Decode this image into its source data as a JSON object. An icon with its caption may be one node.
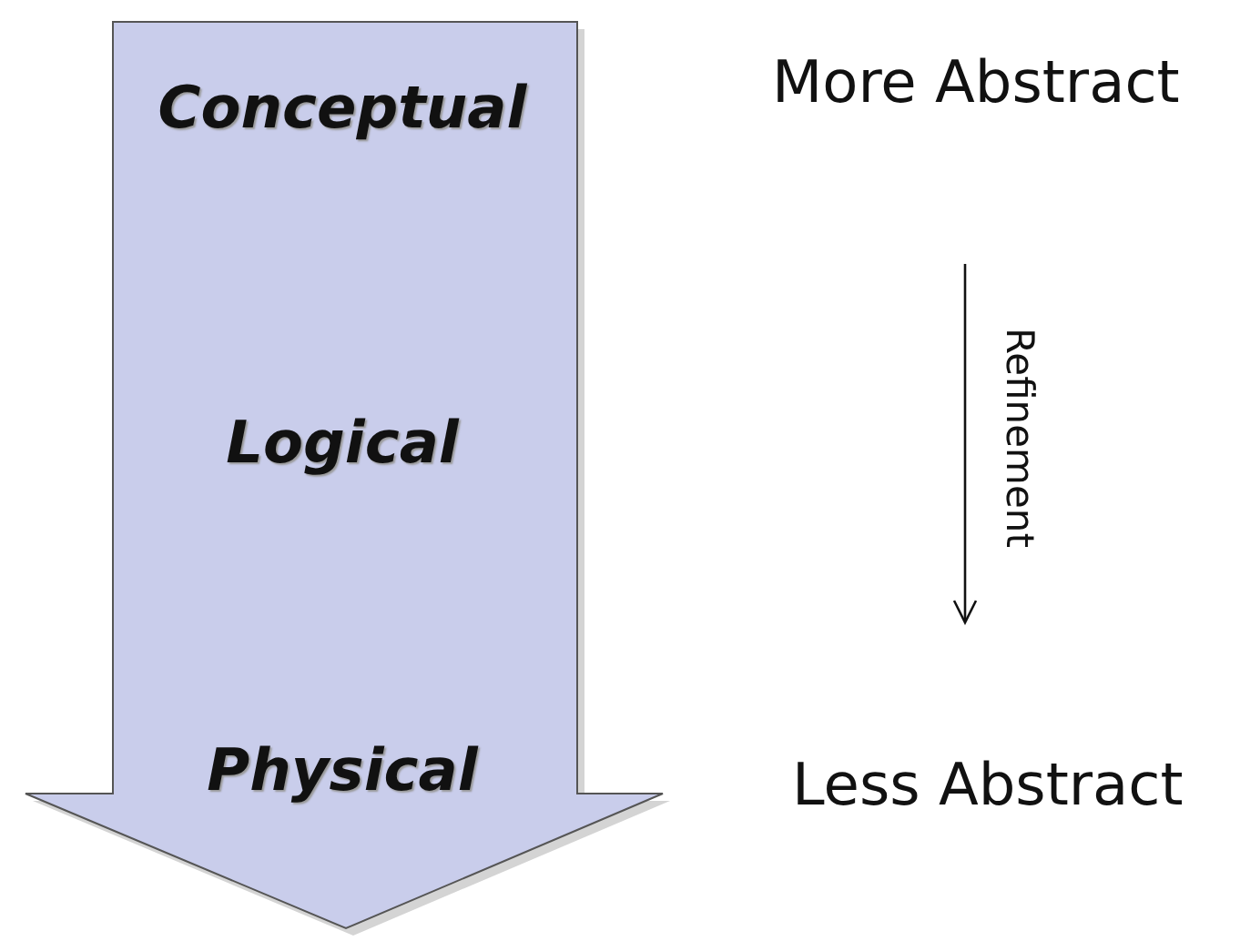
{
  "diagram": {
    "nodes": [
      {
        "text": [
          "Conceptual",
          "Logical",
          "Physical"
        ]
      }
    ],
    "labels": [
      "More Abstract",
      "Refinement",
      "Less Abstract"
    ]
  }
}
